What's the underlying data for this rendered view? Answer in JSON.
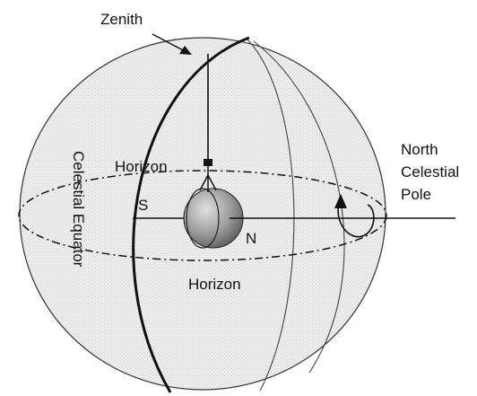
{
  "labels": {
    "zenith": "Zenith",
    "horizon_upper": "Horizon",
    "horizon_lower": "Horizon",
    "south": "S",
    "north": "N",
    "celestial_equator": "Celestial Equator",
    "north_celestial_pole": [
      "North",
      "Celestial",
      "Pole"
    ]
  },
  "colors": {
    "sphere_fill": "#e6e6e6",
    "earth_fill": "#9a9a9a",
    "line": "#111111"
  }
}
